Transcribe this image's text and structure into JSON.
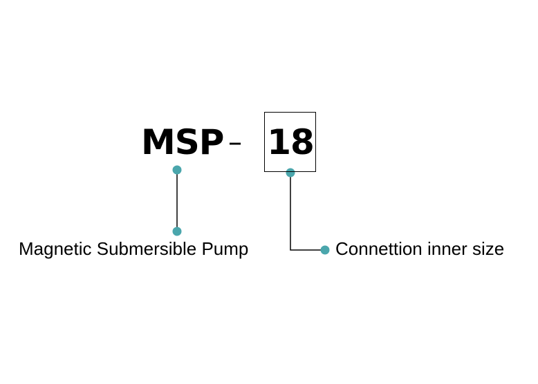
{
  "model_code": {
    "prefix": "MSP",
    "separator": "–",
    "size_value": "18"
  },
  "callouts": [
    {
      "label": "Magnetic Submersible Pump"
    },
    {
      "label": "Connettion inner size"
    }
  ],
  "colors": {
    "dot": "#4aa6ac",
    "line": "#000000",
    "text": "#000000"
  }
}
